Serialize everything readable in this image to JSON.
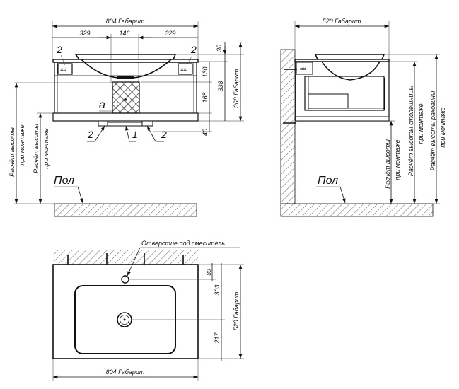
{
  "front_view": {
    "overall_width": "804 Габарит",
    "segment_left": "329",
    "segment_center": "146",
    "segment_right": "329",
    "dim_30": "30",
    "dim_130": "130",
    "dim_168": "168",
    "dim_40": "40",
    "dim_338": "338",
    "overall_height": "368 Габарит",
    "callout_2_top_left": "2",
    "callout_2_top_right": "2",
    "callout_2_bottom_left": "2",
    "callout_1": "1",
    "callout_2_bottom_right": "2",
    "detail_a": "a",
    "height_calc_1_line1": "Расчёт высоты",
    "height_calc_1_line2": "при монтаже",
    "height_calc_2_line1": "Расчёт высоты",
    "height_calc_2_line2": "при монтаже",
    "floor_label": "Пол"
  },
  "side_view": {
    "overall_depth": "520 Габарит",
    "height_calc_line1": "Расчёт высоты",
    "height_calc_line2": "при монтаже",
    "countertop_calc_line1": "Расчёт высоты столешницы",
    "countertop_calc_line2": "при монтаже",
    "basin_calc_line1": "Расчёт высоты раковины",
    "basin_calc_line2": "при монтаже",
    "floor_label": "Пол"
  },
  "top_view": {
    "faucet_hole_label": "Отверстие под смеситель",
    "dim_80": "80",
    "dim_303": "303",
    "dim_217": "217",
    "overall_depth": "520 Габарит",
    "overall_width": "804 Габарит"
  }
}
